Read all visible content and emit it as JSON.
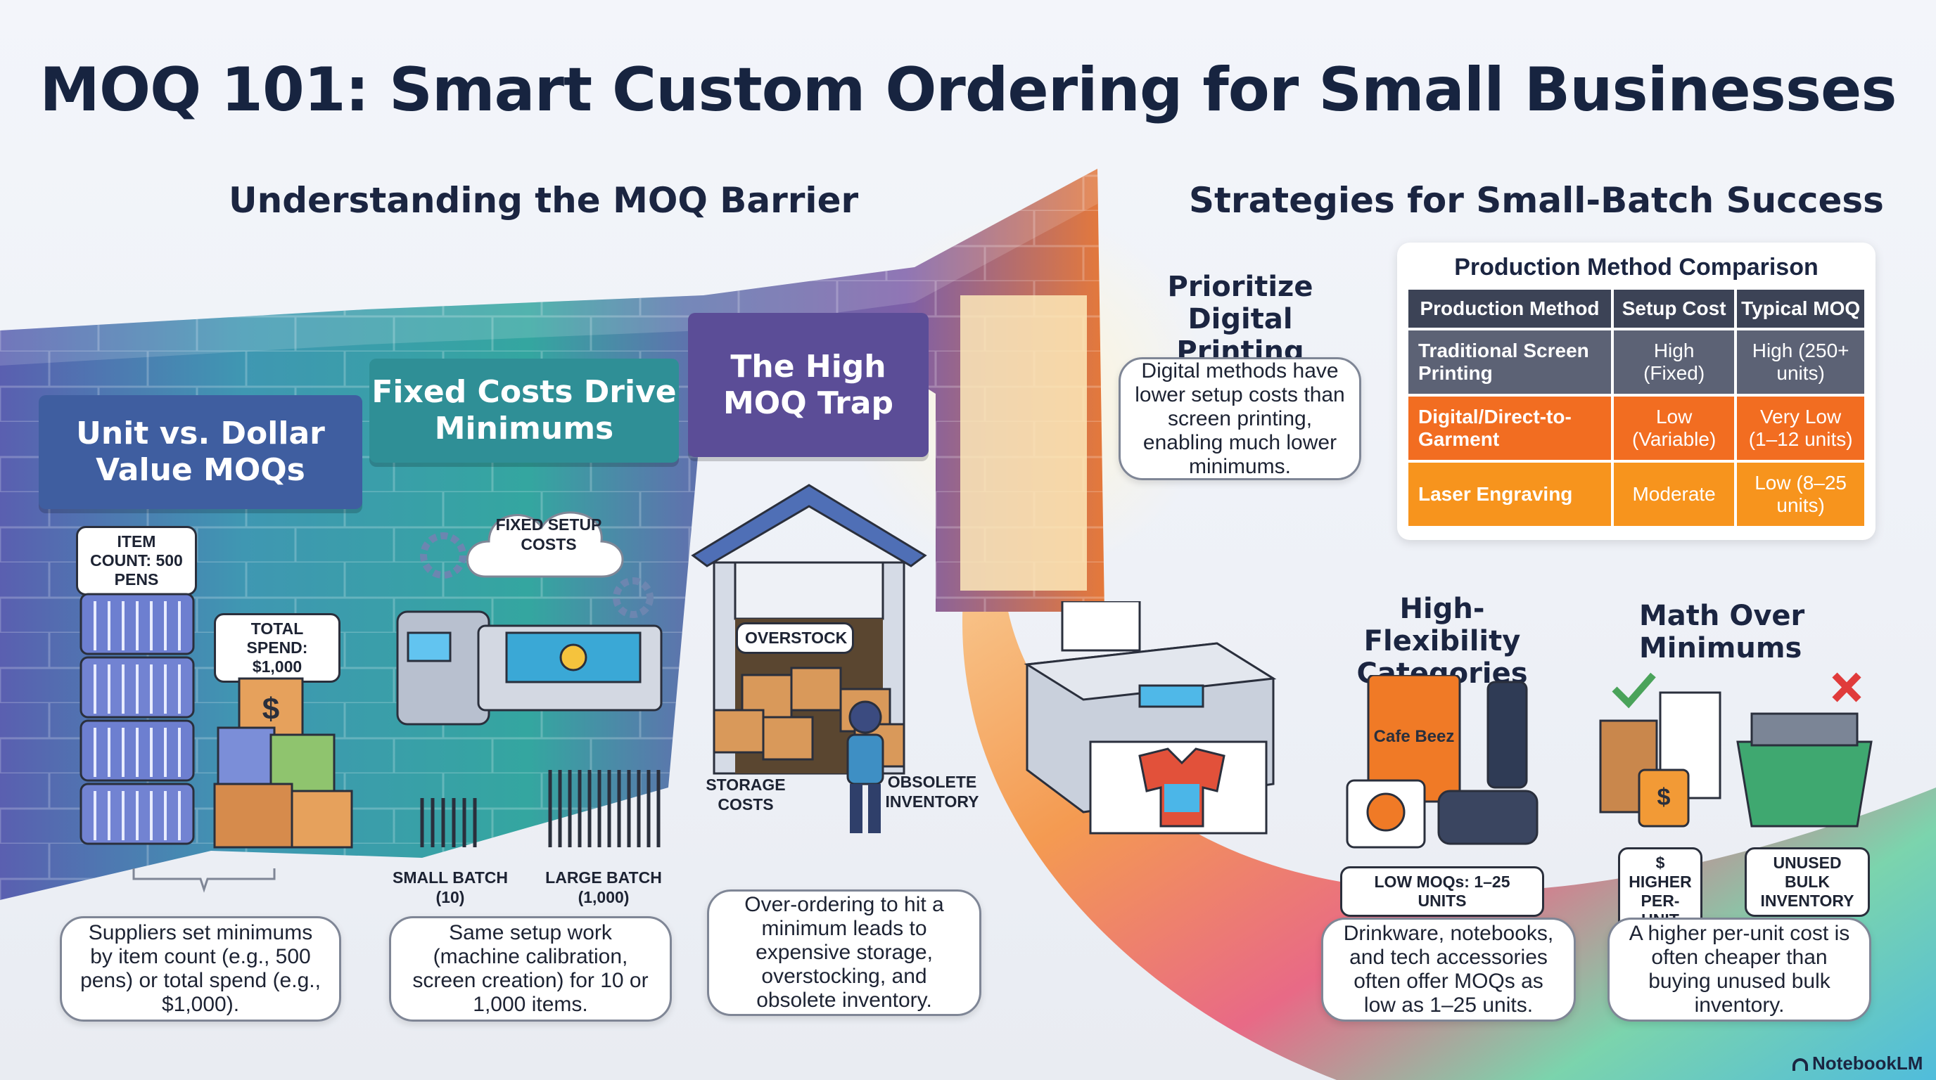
{
  "title": "MOQ 101: Smart Custom Ordering for Small Businesses",
  "left": {
    "heading": "Understanding the MOQ Barrier",
    "panels": [
      {
        "sign": "Unit vs. Dollar Value MOQs",
        "tags": {
          "item_count": "ITEM COUNT: 500 PENS",
          "total_spend": "TOTAL SPEND: $1,000"
        },
        "caption": "Suppliers set minimums by item count (e.g., 500 pens) or total spend (e.g., $1,000)."
      },
      {
        "sign": "Fixed Costs Drive Minimums",
        "cloud": "FIXED SETUP COSTS",
        "small_batch": "SMALL BATCH (10)",
        "large_batch": "LARGE BATCH (1,000)",
        "caption": "Same setup work (machine calibration, screen creation) for 10 or 1,000 items."
      },
      {
        "sign": "The High MOQ Trap",
        "overstock": "OVERSTOCK",
        "storage": "STORAGE COSTS",
        "obsolete": "OBSOLETE INVENTORY",
        "caption": "Over-ordering to hit a minimum leads to expensive storage, overstocking, and obsolete inventory."
      }
    ]
  },
  "right": {
    "heading": "Strategies for Small-Batch Success",
    "digital": {
      "heading": "Prioritize Digital Printing",
      "bubble": "Digital methods have lower setup costs than screen printing, enabling much lower minimums."
    },
    "table": {
      "title": "Production Method Comparison",
      "headers": [
        "Production Method",
        "Setup Cost",
        "Typical MOQ"
      ],
      "rows": [
        {
          "method": "Traditional Screen Printing",
          "setup": "High (Fixed)",
          "moq": "High (250+ units)"
        },
        {
          "method": "Digital/Direct-to-Garment",
          "setup": "Low (Variable)",
          "moq": "Very Low (1–12 units)"
        },
        {
          "method": "Laser Engraving",
          "setup": "Moderate",
          "moq": "Low (8–25 units)"
        }
      ]
    },
    "flex": {
      "heading": "High-Flexibility Categories",
      "tag": "LOW MOQs: 1–25 UNITS",
      "notebook_text": "Cafe Beez",
      "caption": "Drinkware, notebooks, and tech accessories often offer MOQs as low as 1–25 units."
    },
    "math": {
      "heading": "Math Over Minimums",
      "tag_left": "$ HIGHER PER-UNIT",
      "tag_right": "UNUSED BULK INVENTORY",
      "caption": "A higher per-unit cost is often cheaper than buying unused bulk inventory."
    }
  },
  "brand": "NotebookLM",
  "colors": {
    "navy": "#1b2541",
    "orange": "#f26d21",
    "amber": "#f7941d",
    "teal": "#2fa3a8",
    "purple": "#6b5aa6"
  }
}
